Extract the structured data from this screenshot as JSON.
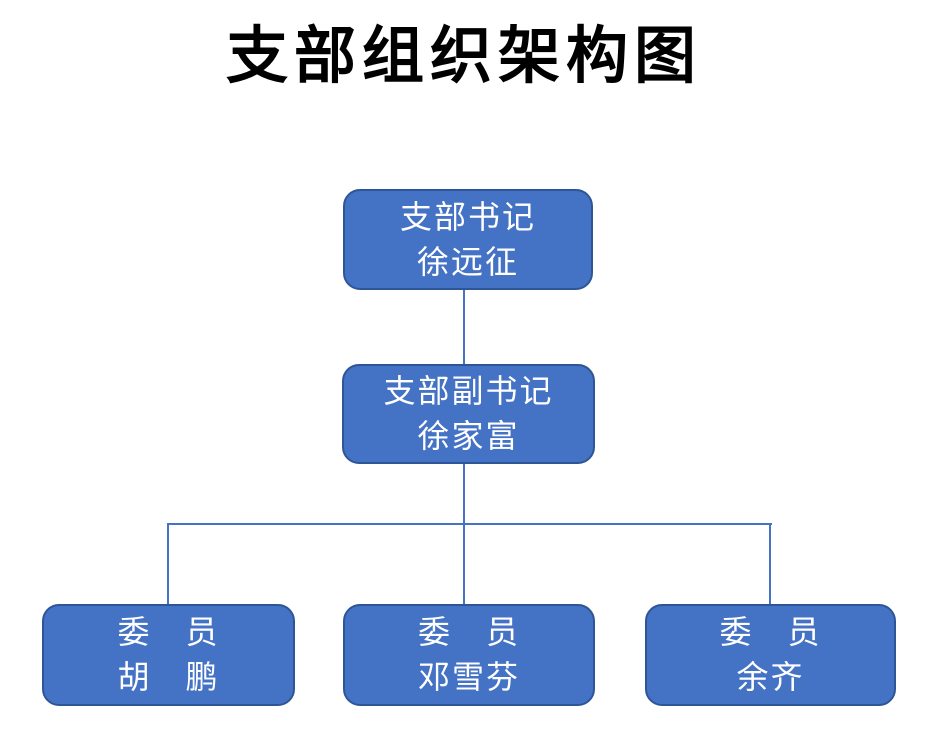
{
  "title": "支部组织架构图",
  "colors": {
    "box_fill": "#4472C4",
    "box_border": "#2E5697",
    "connector": "#4472C4",
    "box_text": "#FFFFFF",
    "title_text": "#000000",
    "background": "#FFFFFF"
  },
  "chart_data": {
    "type": "org-tree",
    "title": "支部组织架构图",
    "nodes": [
      {
        "id": "secretary",
        "role": "支部书记",
        "name": "徐远征",
        "level": 1,
        "reports_to": null
      },
      {
        "id": "deputy",
        "role": "支部副书记",
        "name": "徐家富",
        "level": 2,
        "reports_to": "secretary"
      },
      {
        "id": "member1",
        "role": "委　员",
        "name": "胡　鹏",
        "level": 3,
        "reports_to": "deputy"
      },
      {
        "id": "member2",
        "role": "委　员",
        "name": "邓雪芬",
        "level": 3,
        "reports_to": "deputy"
      },
      {
        "id": "member3",
        "role": "委　员",
        "name": "余齐",
        "level": 3,
        "reports_to": "deputy"
      }
    ]
  }
}
